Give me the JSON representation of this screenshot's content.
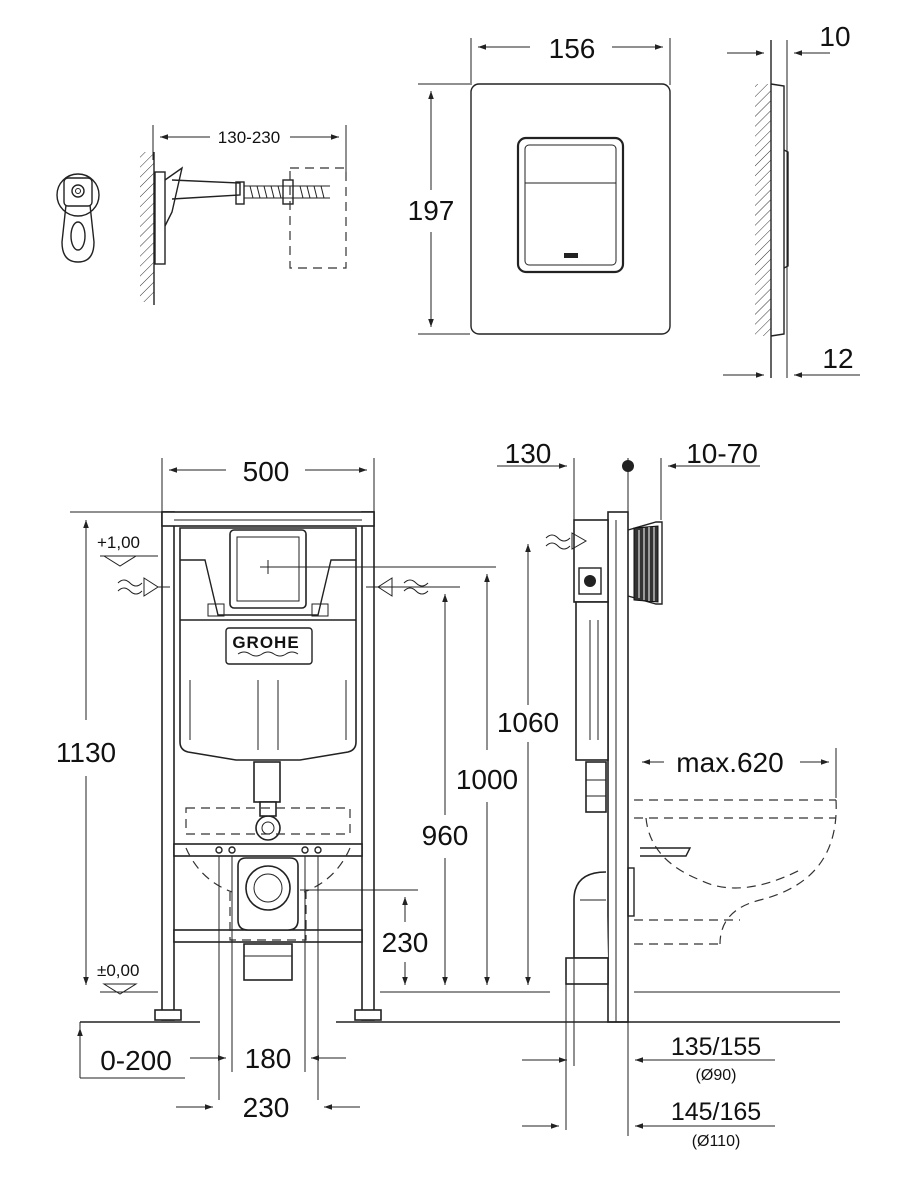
{
  "dimensions": {
    "bolt_range": "130-230",
    "plate_width": "156",
    "plate_height": "197",
    "plate_thickness_top": "10",
    "plate_thickness_bottom": "12",
    "frame_width": "500",
    "frame_height": "1130",
    "level_top": "+1,00",
    "level_zero": "±0,00",
    "inlet_height": "1000",
    "outlet_height_a": "960",
    "drain_height": "230",
    "side_height": "1060",
    "side_depth": "130",
    "wall_cover": "10-70",
    "max_projection": "max.620",
    "foot_adjust": "0-200",
    "bolt_spacing_inner": "180",
    "bolt_spacing_outer": "230",
    "drain_offset_90": "135/155",
    "drain_diam_90": "(Ø90)",
    "drain_offset_110": "145/165",
    "drain_diam_110": "(Ø110)"
  },
  "brand": "GROHE"
}
